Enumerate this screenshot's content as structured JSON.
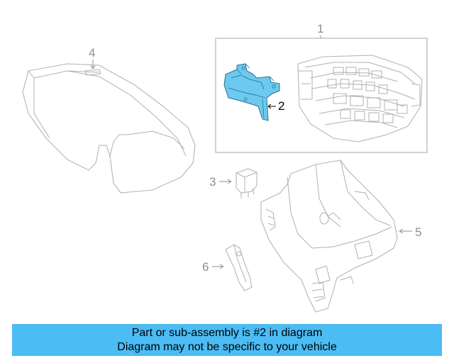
{
  "callouts": {
    "c1": "1",
    "c2": "2",
    "c3": "3",
    "c4": "4",
    "c5": "5",
    "c6": "6"
  },
  "highlight_color": "#6cc9ef",
  "banner": {
    "line1": "Part or sub-assembly is #2 in diagram",
    "line2": "Diagram may not be specific to your vehicle",
    "color": "#4bbcf4"
  }
}
